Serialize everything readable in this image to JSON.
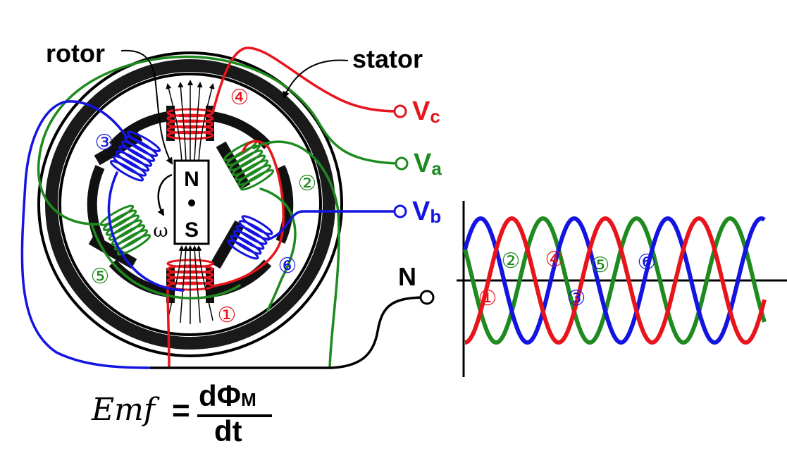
{
  "labels": {
    "rotor": "rotor",
    "stator": "stator",
    "pole_north": "N",
    "pole_south": "S",
    "omega": "ω",
    "neutral": "N"
  },
  "terminals": [
    {
      "letter": "V",
      "sub": "c",
      "color": "#e8141b"
    },
    {
      "letter": "V",
      "sub": "a",
      "color": "#1f8a1f"
    },
    {
      "letter": "V",
      "sub": "b",
      "color": "#1414e0"
    }
  ],
  "coils": [
    {
      "id": "1",
      "glyph": "①",
      "phase": "c"
    },
    {
      "id": "2",
      "glyph": "②",
      "phase": "a"
    },
    {
      "id": "3",
      "glyph": "③",
      "phase": "b"
    },
    {
      "id": "4",
      "glyph": "④",
      "phase": "c"
    },
    {
      "id": "5",
      "glyph": "⑤",
      "phase": "a"
    },
    {
      "id": "6",
      "glyph": "⑥",
      "phase": "b"
    }
  ],
  "colors": {
    "phase_a": "#1f8a1f",
    "phase_b": "#1414e0",
    "phase_c": "#e8141b"
  },
  "equation": {
    "lhs": "Emf",
    "equals": "=",
    "numerator": "dΦ",
    "numerator_sub": "M",
    "denominator": "dt"
  },
  "chart_data": {
    "type": "line",
    "series": [
      {
        "phase": "a",
        "color": "#1f8a1f",
        "phase_deg": -120
      },
      {
        "phase": "b",
        "color": "#1414e0",
        "phase_deg": 120
      },
      {
        "phase": "c",
        "color": "#e8141b",
        "phase_deg": 0
      }
    ],
    "cycles": 3.2,
    "annotations": [
      {
        "glyph": "②",
        "color": "#1f8a1f"
      },
      {
        "glyph": "④",
        "color": "#e8141b"
      },
      {
        "glyph": "⑤",
        "color": "#1f8a1f"
      },
      {
        "glyph": "⑥",
        "color": "#1414e0"
      },
      {
        "glyph": "①",
        "color": "#e8141b"
      },
      {
        "glyph": "③",
        "color": "#1414e0"
      }
    ]
  }
}
